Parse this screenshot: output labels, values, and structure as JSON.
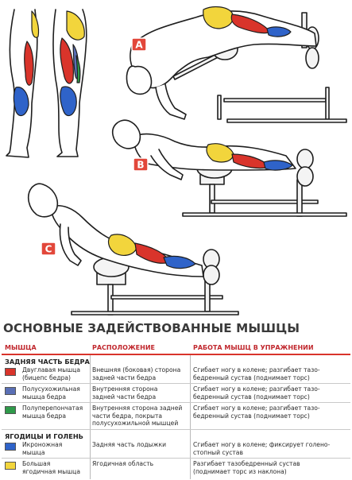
{
  "illustration": {
    "steps": [
      "A",
      "B",
      "C"
    ],
    "colors": {
      "biceps_femoris": "#d9342b",
      "semitendinosus": "#5a6fb5",
      "semimembranosus": "#2f9a4a",
      "gastrocnemius": "#2f63c9",
      "gluteus_maximus": "#f2d53c",
      "badge": "#e2473a",
      "skin": "#ffffff",
      "outline": "#1e1e1e",
      "bench": "#f4f4f4"
    }
  },
  "legend": {
    "title": "ОСНОВНЫЕ ЗАДЕЙСТВОВАННЫЕ МЫШЦЫ",
    "headers": {
      "muscle": "МЫШЦА",
      "location": "РАСПОЛОЖЕНИЕ",
      "function": "РАБОТА МЫШЦ В УПРАЖНЕНИИ"
    },
    "groups": [
      {
        "title": "ЗАДНЯЯ ЧАСТЬ БЕДРА",
        "rows": [
          {
            "color": "#d9342b",
            "muscle": "Двуглавая мышца\n(бицепс бедра)",
            "location": "Внешняя (боковая) сторона\nзадней части бедра",
            "function": "Сгибает ногу в колене; разгибает тазо-\nбедренный сустав (поднимает торс)"
          },
          {
            "color": "#5a6fb5",
            "muscle": "Полусухожильная\nмышца бедра",
            "location": "Внутренняя сторона\nзадней части бедра",
            "function": "Сгибает ногу в колене; разгибает тазо-\nбедренный сустав (поднимает торс)"
          },
          {
            "color": "#2f9a4a",
            "muscle": "Полуперепончатая\nмышца бедра",
            "location": "Внутренняя сторона задней\nчасти бедра, покрыта\nполусухожильной мышцей",
            "function": "Сгибает ногу в колене; разгибает тазо-\nбедренный сустав (поднимает торс)"
          }
        ]
      },
      {
        "title": "ЯГОДИЦЫ И ГОЛЕНЬ",
        "rows": [
          {
            "color": "#2f63c9",
            "muscle": "Икроножная\nмышца",
            "location": "Задняя часть лодыжки",
            "function": "Сгибает ногу в колене; фиксирует голено-\nстопный сустав"
          },
          {
            "color": "#f2d53c",
            "muscle": "Большая\nягодичная мышца",
            "location": "Ягодичная область",
            "function": "Разгибает тазобедренный сустав\n(поднимает торс из наклона)"
          }
        ]
      }
    ]
  }
}
